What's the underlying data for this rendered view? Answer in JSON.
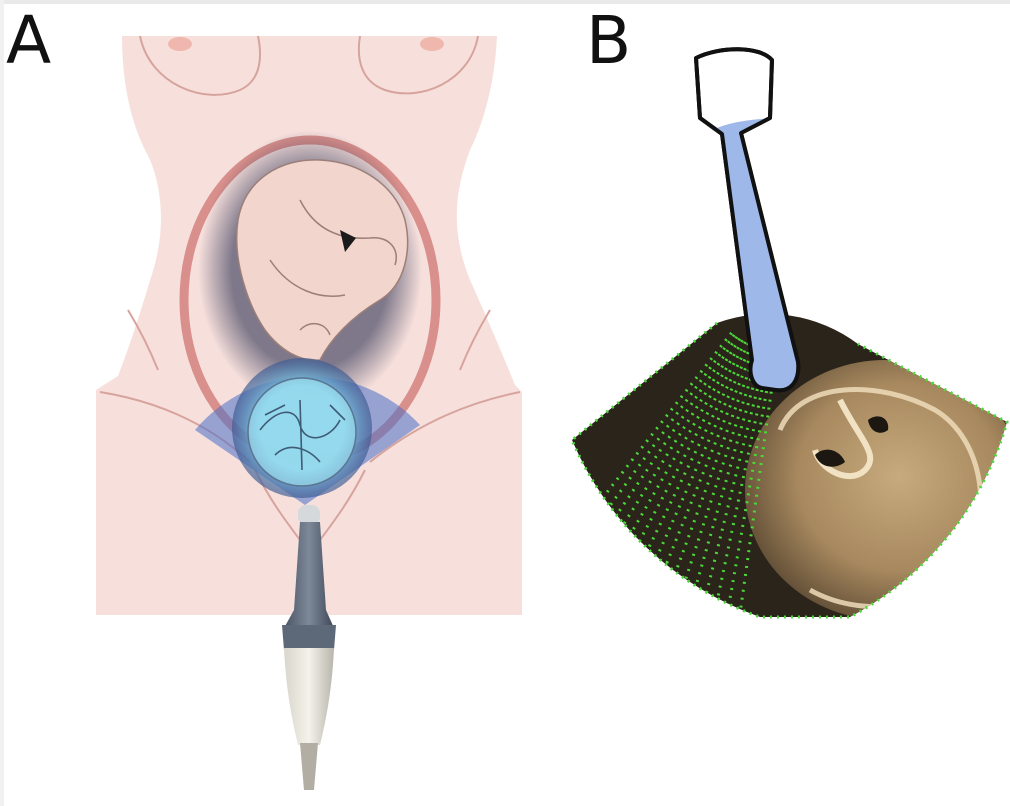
{
  "figure": {
    "panels": [
      {
        "label": "A",
        "content": "illustration"
      },
      {
        "label": "B",
        "content": "ultrasound-beam"
      }
    ]
  },
  "colors": {
    "skin": "#f7e0dc",
    "skin_line": "#d7a39d",
    "uterus": "#d98f8b",
    "beam": "#4b6fc9",
    "probe_fill": "#9fb8ea",
    "scan_lines": "#4bd93a",
    "sector_dark": "#2b241a",
    "tissue": "#b89a70"
  }
}
